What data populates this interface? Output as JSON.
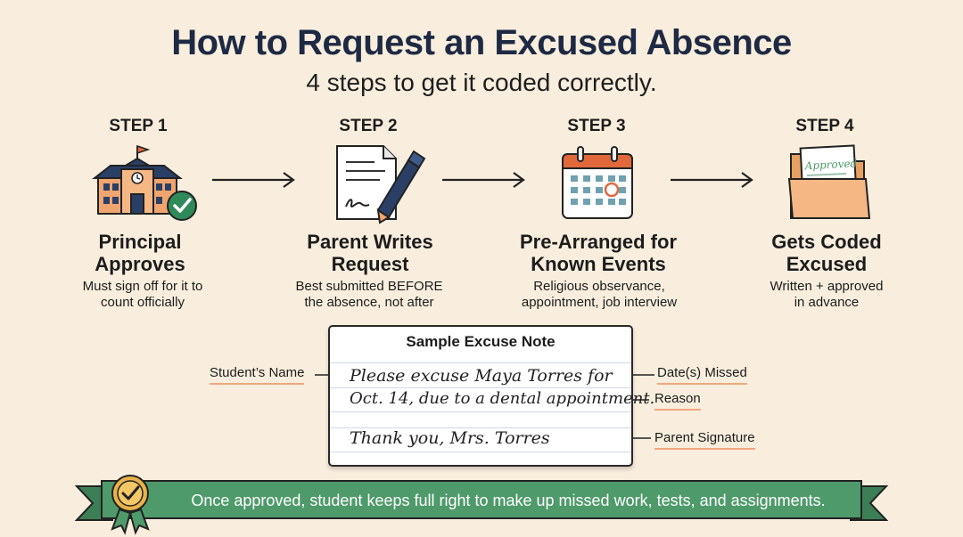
{
  "header": {
    "title": "How to Request an Excused Absence",
    "subtitle": "4 steps to get it coded correctly."
  },
  "steps": [
    {
      "label": "STEP 1",
      "title": "Principal\nApproves",
      "desc": "Must sign off for it to\ncount officially",
      "icon": "school-check-icon"
    },
    {
      "label": "STEP 2",
      "title": "Parent Writes\nRequest",
      "desc": "Best submitted BEFORE\nthe absence, not after",
      "icon": "document-pen-icon"
    },
    {
      "label": "STEP 3",
      "title": "Pre-Arranged for\nKnown Events",
      "desc": "Religious observance,\nappointment, job interview",
      "icon": "calendar-icon"
    },
    {
      "label": "STEP 4",
      "title": "Gets Coded\nExcused",
      "desc": "Written + approved\nin advance",
      "icon": "approved-folder-icon"
    }
  ],
  "note": {
    "title": "Sample Excuse Note",
    "line1": "Please excuse Maya Torres for",
    "line2": "Oct. 14, due to a dental appointment.",
    "line3": "Thank you, Mrs. Torres",
    "stamp": "Approved"
  },
  "callouts": {
    "student_name": "Student’s Name",
    "dates_missed": "Date(s) Missed",
    "reason": "Reason",
    "parent_signature": "Parent Signature"
  },
  "banner": {
    "text": "Once approved, student keeps full right to make up missed work, tests, and assignments.",
    "icon": "award-ribbon-icon"
  },
  "colors": {
    "background": "#f9eedd",
    "title": "#1e2a44",
    "banner_green": "#4e9a6a",
    "accent_orange": "#f0a77e",
    "check_green": "#2f8a5a"
  }
}
